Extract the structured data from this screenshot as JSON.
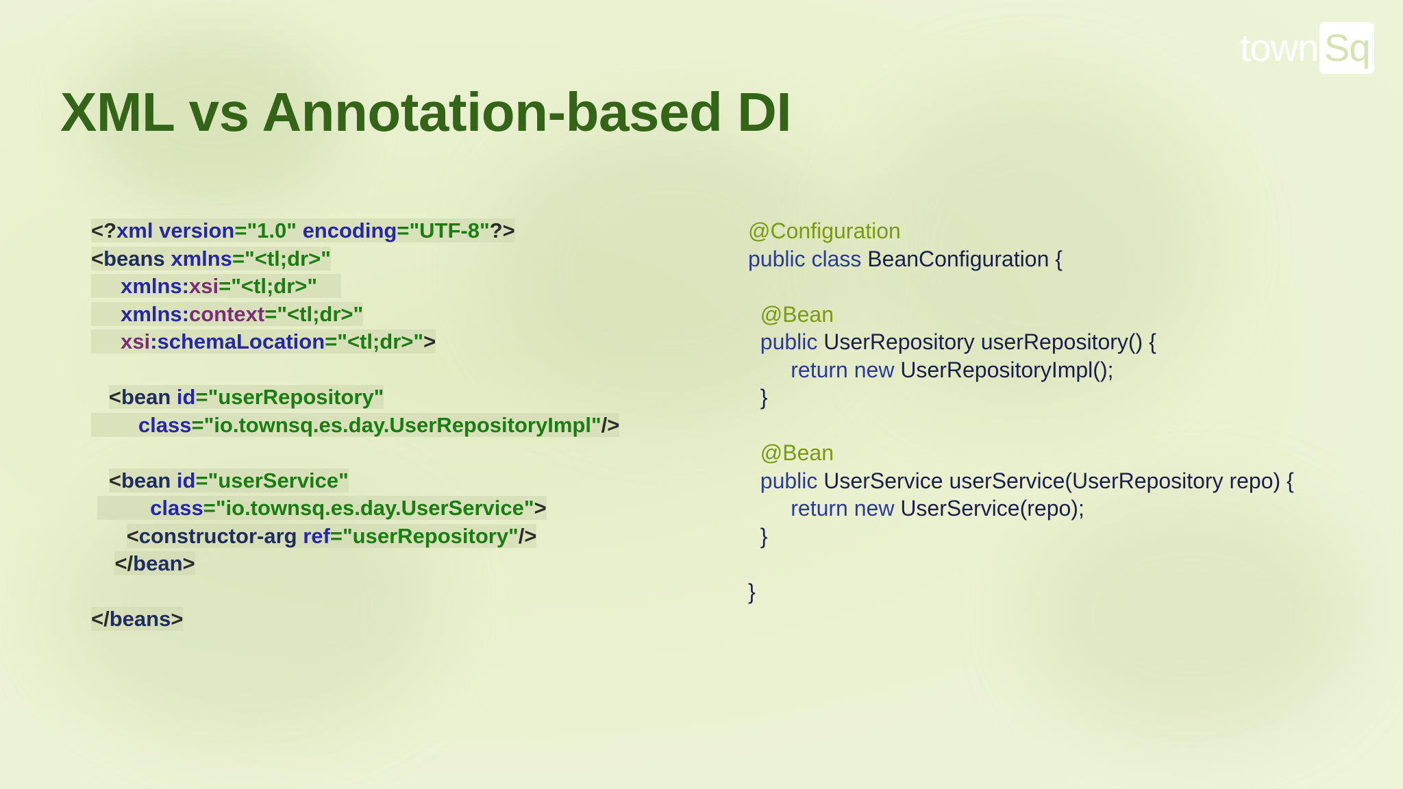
{
  "title": "XML vs Annotation-based DI",
  "logo": {
    "word": "town",
    "box": "Sq"
  },
  "xml": {
    "l1": {
      "a": "<?",
      "b": "xml version",
      "c": "=\"1.0\"",
      "d": " encoding",
      "e": "=\"UTF-8\"",
      "f": "?>"
    },
    "l2": {
      "a": "<",
      "b": "beans",
      "c": " xmlns",
      "d": "=\"<tl;dr>\""
    },
    "l3": {
      "b": "xmlns:",
      "p": "xsi",
      "g": "=\"<tl;dr>\""
    },
    "l4": {
      "b": "xmlns:",
      "p": "context",
      "g": "=\"<tl;dr>\""
    },
    "l5": {
      "p": "xsi",
      "b": ":schemaLocation",
      "g": "=\"<tl;dr>\"",
      "d": ">"
    },
    "l7": {
      "a": "<",
      "b": "bean",
      "c": " id",
      "d": "=\"userRepository\""
    },
    "l8": {
      "b": "class",
      "g": "=\"io.townsq.es.day.UserRepositoryImpl\"",
      "d": "/>"
    },
    "l10": {
      "a": "<",
      "b": "bean",
      "c": " id",
      "d": "=\"userService\""
    },
    "l11": {
      "b": "class",
      "g": "=\"io.townsq.es.day.UserService\"",
      "d": ">"
    },
    "l12": {
      "a": "<",
      "b": "constructor-arg",
      "c": " ref",
      "g": "=\"userRepository\"",
      "d": "/>"
    },
    "l13": {
      "a": "</",
      "b": "bean",
      "d": ">"
    },
    "l15": {
      "a": "</",
      "b": "beans",
      "d": ">"
    }
  },
  "java": {
    "l1": {
      "ann": "@Configuration"
    },
    "l2": {
      "kw": "public class",
      "tx": " BeanConfiguration {"
    },
    "l4": {
      "ann": "@Bean"
    },
    "l5": {
      "kw": "public",
      "tx": " UserRepository userRepository() {"
    },
    "l6": {
      "kw": "return new",
      "tx": " UserRepositoryImpl();"
    },
    "l7": {
      "tx": "}"
    },
    "l9": {
      "ann": "@Bean"
    },
    "l10": {
      "kw": "public",
      "tx": " UserService userService(UserRepository repo) {"
    },
    "l11": {
      "kw": "return new",
      "tx": " UserService(repo);"
    },
    "l12": {
      "tx": "}"
    },
    "l14": {
      "tx": "}"
    }
  }
}
